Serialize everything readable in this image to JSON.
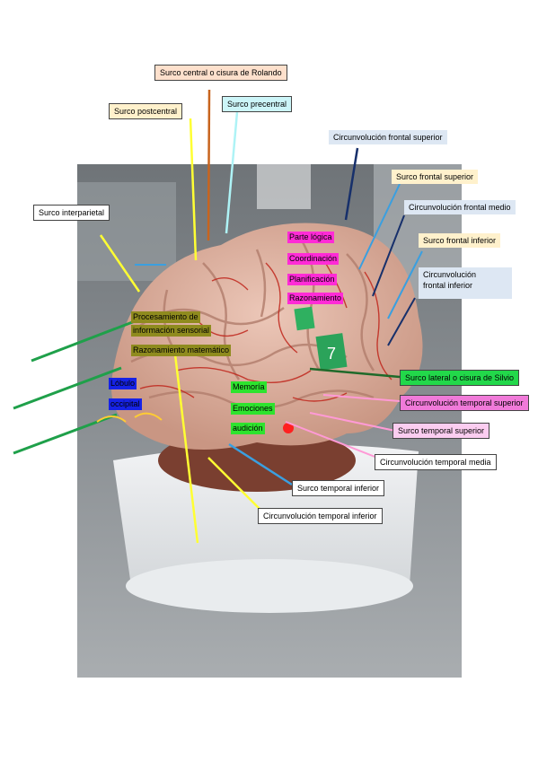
{
  "labels": {
    "surco_central": "Surco central o cisura de Rolando",
    "surco_postcentral": "Surco postcentral",
    "surco_precentral": "Surco precentral",
    "circ_frontal_superior": "Circunvolución frontal superior",
    "surco_frontal_superior": "Surco frontal superior",
    "surco_interparietal": "Surco interparietal",
    "circ_frontal_medio": "Circunvolución frontal medio",
    "surco_frontal_inferior": "Surco frontal inferior",
    "circ_frontal_inferior_1": "Circunvolución",
    "circ_frontal_inferior_2": "frontal inferior",
    "surco_lateral": "Surco lateral o cisura de Silvio",
    "circ_temporal_superior": "Circunvolución temporal superior",
    "surco_temporal_superior": "Surco temporal superior",
    "circ_temporal_media": "Circunvolución temporal media",
    "surco_temporal_inferior": "Surco temporal inferior",
    "circ_temporal_inferior": "Circunvolución temporal inferior"
  },
  "function_tags": {
    "logica": "Parte lógica",
    "coordinacion": "Coordinación",
    "planificacion": "Planificación",
    "razonamiento": "Razonamiento",
    "procesamiento_1": "Procesamiento de",
    "procesamiento_2": "información sensorial",
    "razonamiento_matematico": "Razonamiento matemático",
    "memoria": "Memoría",
    "emociones": "Emociones",
    "audicion": "audición",
    "blue_1": "Lóbulo",
    "blue_2": "occipital"
  },
  "model_number": "7",
  "colors": {
    "magenta_tag": "#ff2bd6",
    "olive_tag": "#8f8b1e",
    "green_tag": "#2ee32e",
    "blue_tag": "#1622e6",
    "yellow_line": "#ffff33",
    "green_line": "#1fa04a",
    "navy_line": "#17306b",
    "sky_line": "#3a9fe0",
    "pink_line": "#ff9ad6",
    "orange_line": "#c8641e"
  }
}
